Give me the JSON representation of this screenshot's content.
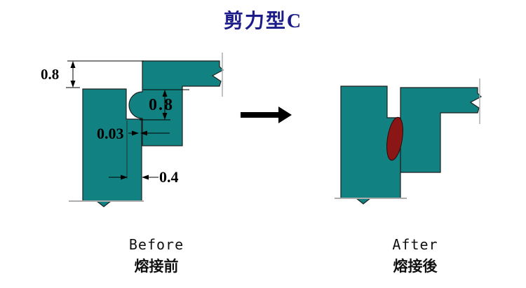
{
  "title": "剪力型C",
  "colors": {
    "steel": "#128181",
    "weld": "#8B1616",
    "title_ink": "#1b1b8a",
    "outline": "#1f1f1f",
    "guide": "#adadad",
    "ink": "#000000"
  },
  "before": {
    "label_en": "Before",
    "label_zh": "熔接前",
    "dims": {
      "plate_offset": "0.8",
      "groove_height": "0.8",
      "root_gap": "0.03",
      "overlap": "0.4"
    }
  },
  "after": {
    "label_en": "After",
    "label_zh": "熔接後"
  }
}
